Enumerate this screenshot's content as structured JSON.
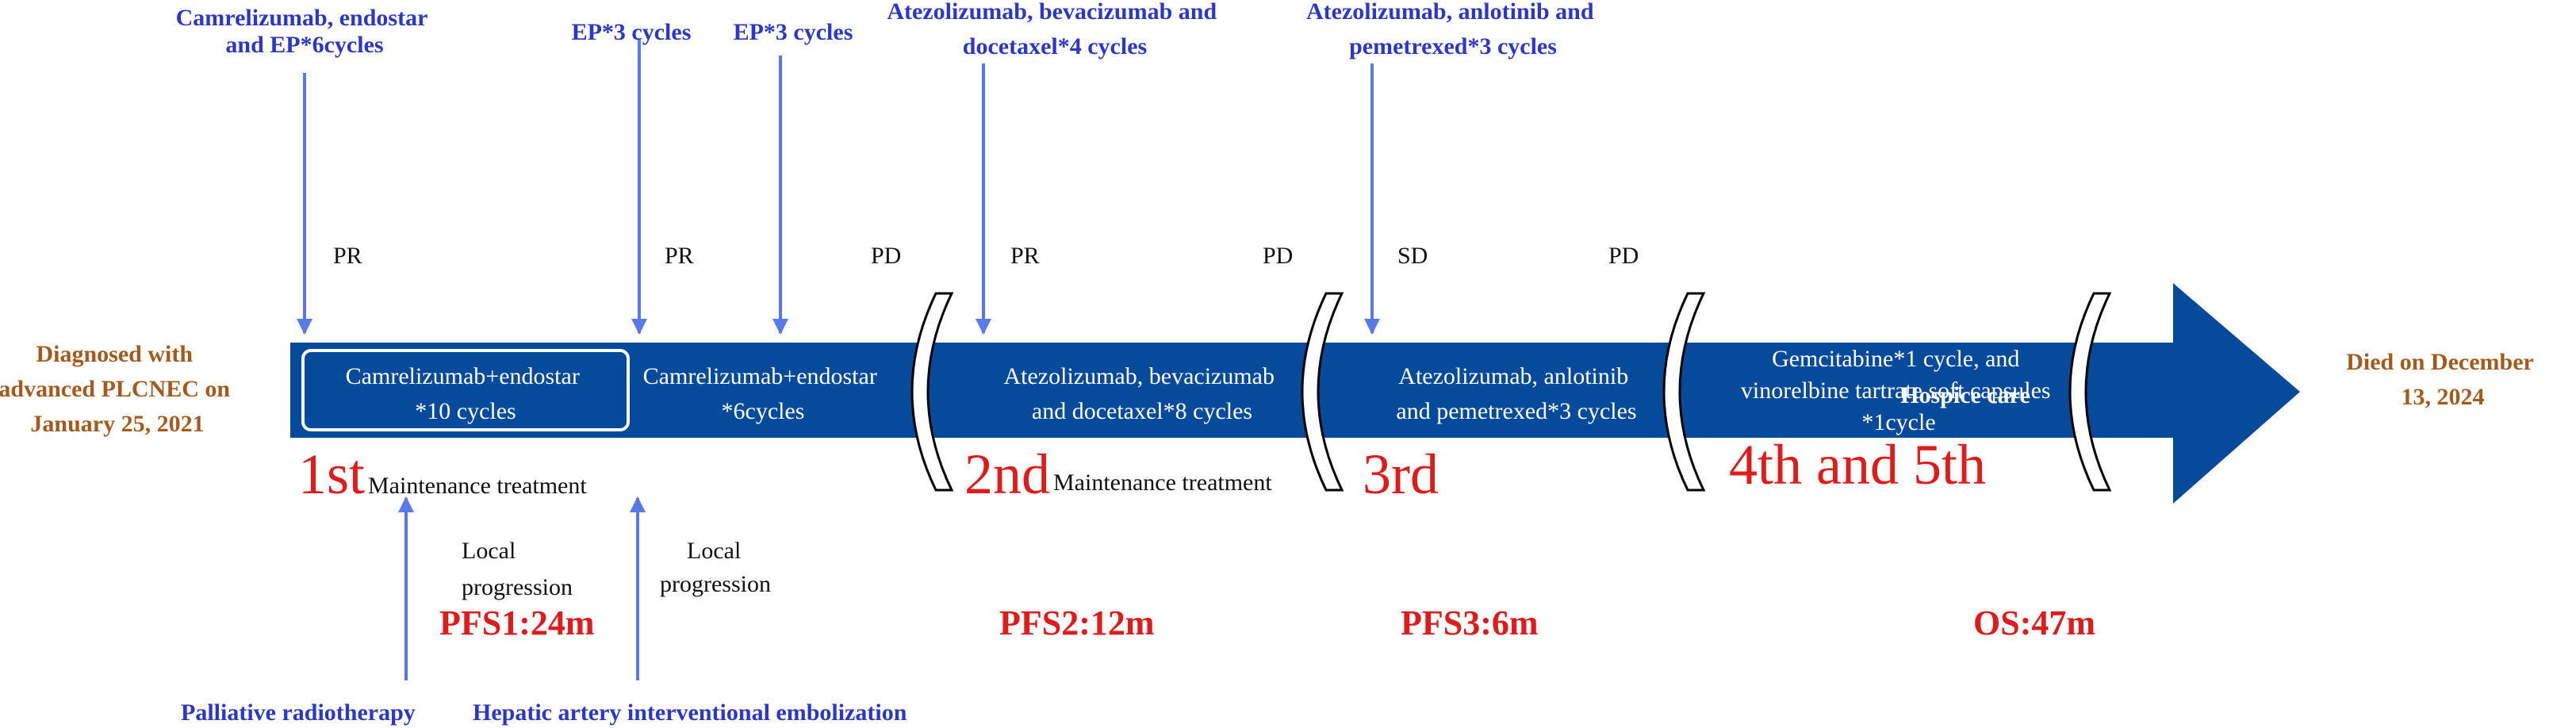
{
  "colors": {
    "bar": "#064a9c",
    "arrow_line": "#5a78e6",
    "treatment_text": "#2c37c8",
    "event_text": "#a45a1c",
    "highlight": "#e01b1b"
  },
  "start_event": [
    "Diagnosed with",
    "advanced PLCNEC  on",
    "January 25, 2021"
  ],
  "end_event": [
    "Died on December",
    "13, 2024"
  ],
  "top_treatments": [
    {
      "lines": [
        "Camrelizumab, endostar",
        "and EP*6cycles"
      ]
    },
    {
      "lines": [
        "EP*3  cycles"
      ]
    },
    {
      "lines": [
        "EP*3  cycles"
      ]
    },
    {
      "lines": [
        "Atezolizumab, bevacizumab and",
        "docetaxel*4 cycles"
      ]
    },
    {
      "lines": [
        "Atezolizumab, anlotinib and",
        "pemetrexed*3 cycles"
      ]
    }
  ],
  "responses": [
    "PR",
    "PR",
    "PD",
    "PR",
    "PD",
    "SD",
    "PD"
  ],
  "bar_segments": [
    {
      "lines": [
        "Camrelizumab+endostar",
        "*10 cycles"
      ]
    },
    {
      "lines": [
        "Camrelizumab+endostar",
        "*6cycles"
      ]
    },
    {
      "lines": [
        "Atezolizumab, bevacizumab",
        "and docetaxel*8  cycles"
      ]
    },
    {
      "lines": [
        "Atezolizumab, anlotinib",
        "and pemetrexed*3 cycles"
      ]
    },
    {
      "lines": [
        "Gemcitabine*1 cycle, and",
        "vinorelbine tartrate soft capsules",
        "*1cycle"
      ]
    },
    {
      "lines": [
        "Hospice care"
      ]
    }
  ],
  "lines": {
    "line1": "1st",
    "line1_note": "Maintenance  treatment",
    "line2": "2nd",
    "line2_note": "Maintenance treatment",
    "line3": "3rd",
    "line45": "4th and 5th"
  },
  "progression_notes": [
    {
      "lines": [
        "Local",
        "progression"
      ]
    },
    {
      "lines": [
        "Local",
        "progression"
      ]
    }
  ],
  "bottom_treatments": [
    "Palliative radiotherapy",
    "Hepatic  artery  interventional  embolization"
  ],
  "survival": [
    "PFS1:24m",
    "PFS2:12m",
    "PFS3:6m",
    "OS:47m"
  ]
}
